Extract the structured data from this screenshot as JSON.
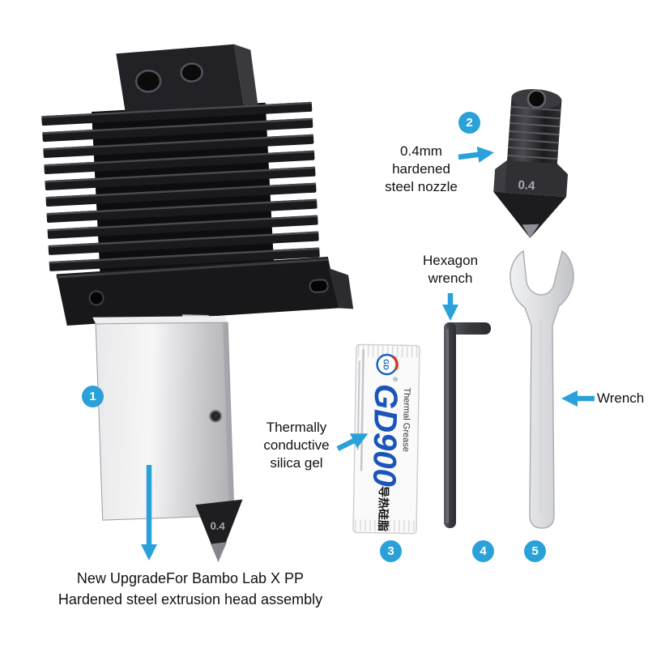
{
  "meta": {
    "background": "#ffffff",
    "accent_blue": "#2aa2d9"
  },
  "assembly": {
    "badge": "1",
    "nozzle_marking": "0.4",
    "caption": {
      "line1": "New UpgradeFor Bambo Lab X PP",
      "line2": "Hardened steel extrusion head assembly"
    }
  },
  "nozzle": {
    "badge": "2",
    "marking": "0.4",
    "label": {
      "line1": "0.4mm",
      "line2": "hardened",
      "line3": "steel nozzle"
    }
  },
  "grease": {
    "badge": "3",
    "label": {
      "line1": "Thermally",
      "line2": "conductive",
      "line3": "silica gel"
    },
    "packet": {
      "logo": "GD",
      "reg": "®",
      "brand": "GD900",
      "subtitle": "Thermal Grease",
      "chinese": "导热硅脂"
    }
  },
  "hex_wrench": {
    "badge": "4",
    "label": {
      "line1": "Hexagon",
      "line2": "wrench"
    }
  },
  "wrench": {
    "badge": "5",
    "label": "Wrench"
  }
}
